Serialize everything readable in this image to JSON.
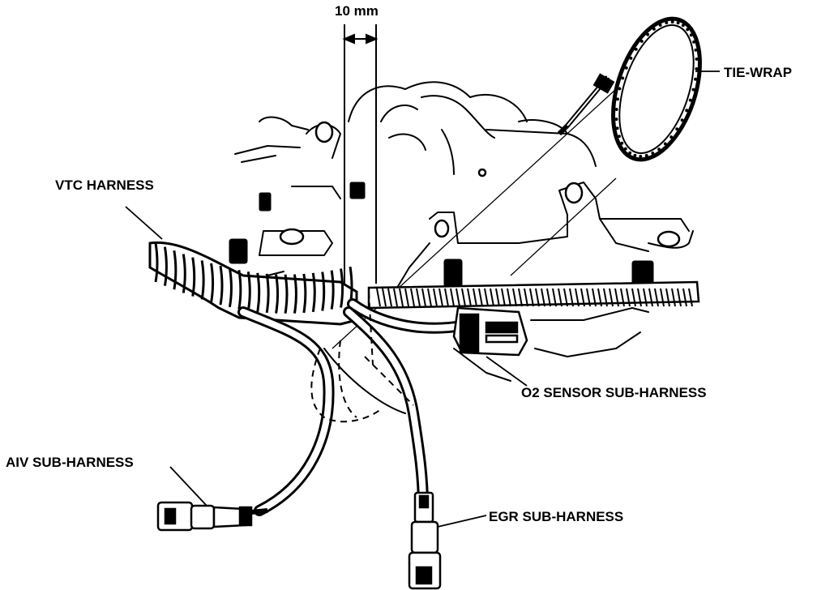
{
  "labels": {
    "dimension": "10 mm",
    "tie_wrap": "TIE-WRAP",
    "vtc_harness": "VTC HARNESS",
    "o2_sensor_sub_harness": "O2 SENSOR SUB-HARNESS",
    "aiv_sub_harness": "AIV SUB-HARNESS",
    "egr_sub_harness": "EGR SUB-HARNESS"
  },
  "colors": {
    "ink": "#000000",
    "paper": "#ffffff"
  }
}
